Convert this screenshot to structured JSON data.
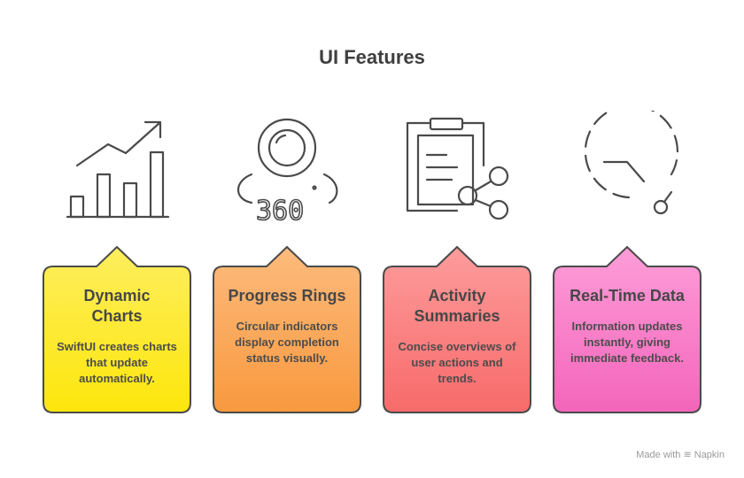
{
  "title": "UI Features",
  "cards": [
    {
      "heading": "Dynamic Charts",
      "body": "SwiftUI creates charts that update automatically.",
      "icon": "bar-chart-trend-icon",
      "color_top": "#fdee5e",
      "color_bottom": "#fde60c"
    },
    {
      "heading": "Progress Rings",
      "body": "Circular indicators display completion status visually.",
      "icon": "360-view-icon",
      "color_top": "#fdbb7d",
      "color_bottom": "#f8993e"
    },
    {
      "heading": "Activity Summaries",
      "body": "Concise overviews of user actions and trends.",
      "icon": "clipboard-share-icon",
      "color_top": "#fd9c9c",
      "color_bottom": "#f86a6a"
    },
    {
      "heading": "Real-Time Data",
      "body": "Information updates instantly, giving immediate feedback.",
      "icon": "dashed-clock-icon",
      "color_top": "#fd9dd8",
      "color_bottom": "#f465bb"
    }
  ],
  "icon_number": "360",
  "footer": {
    "made_with": "Made with",
    "brand": "Napkin"
  }
}
